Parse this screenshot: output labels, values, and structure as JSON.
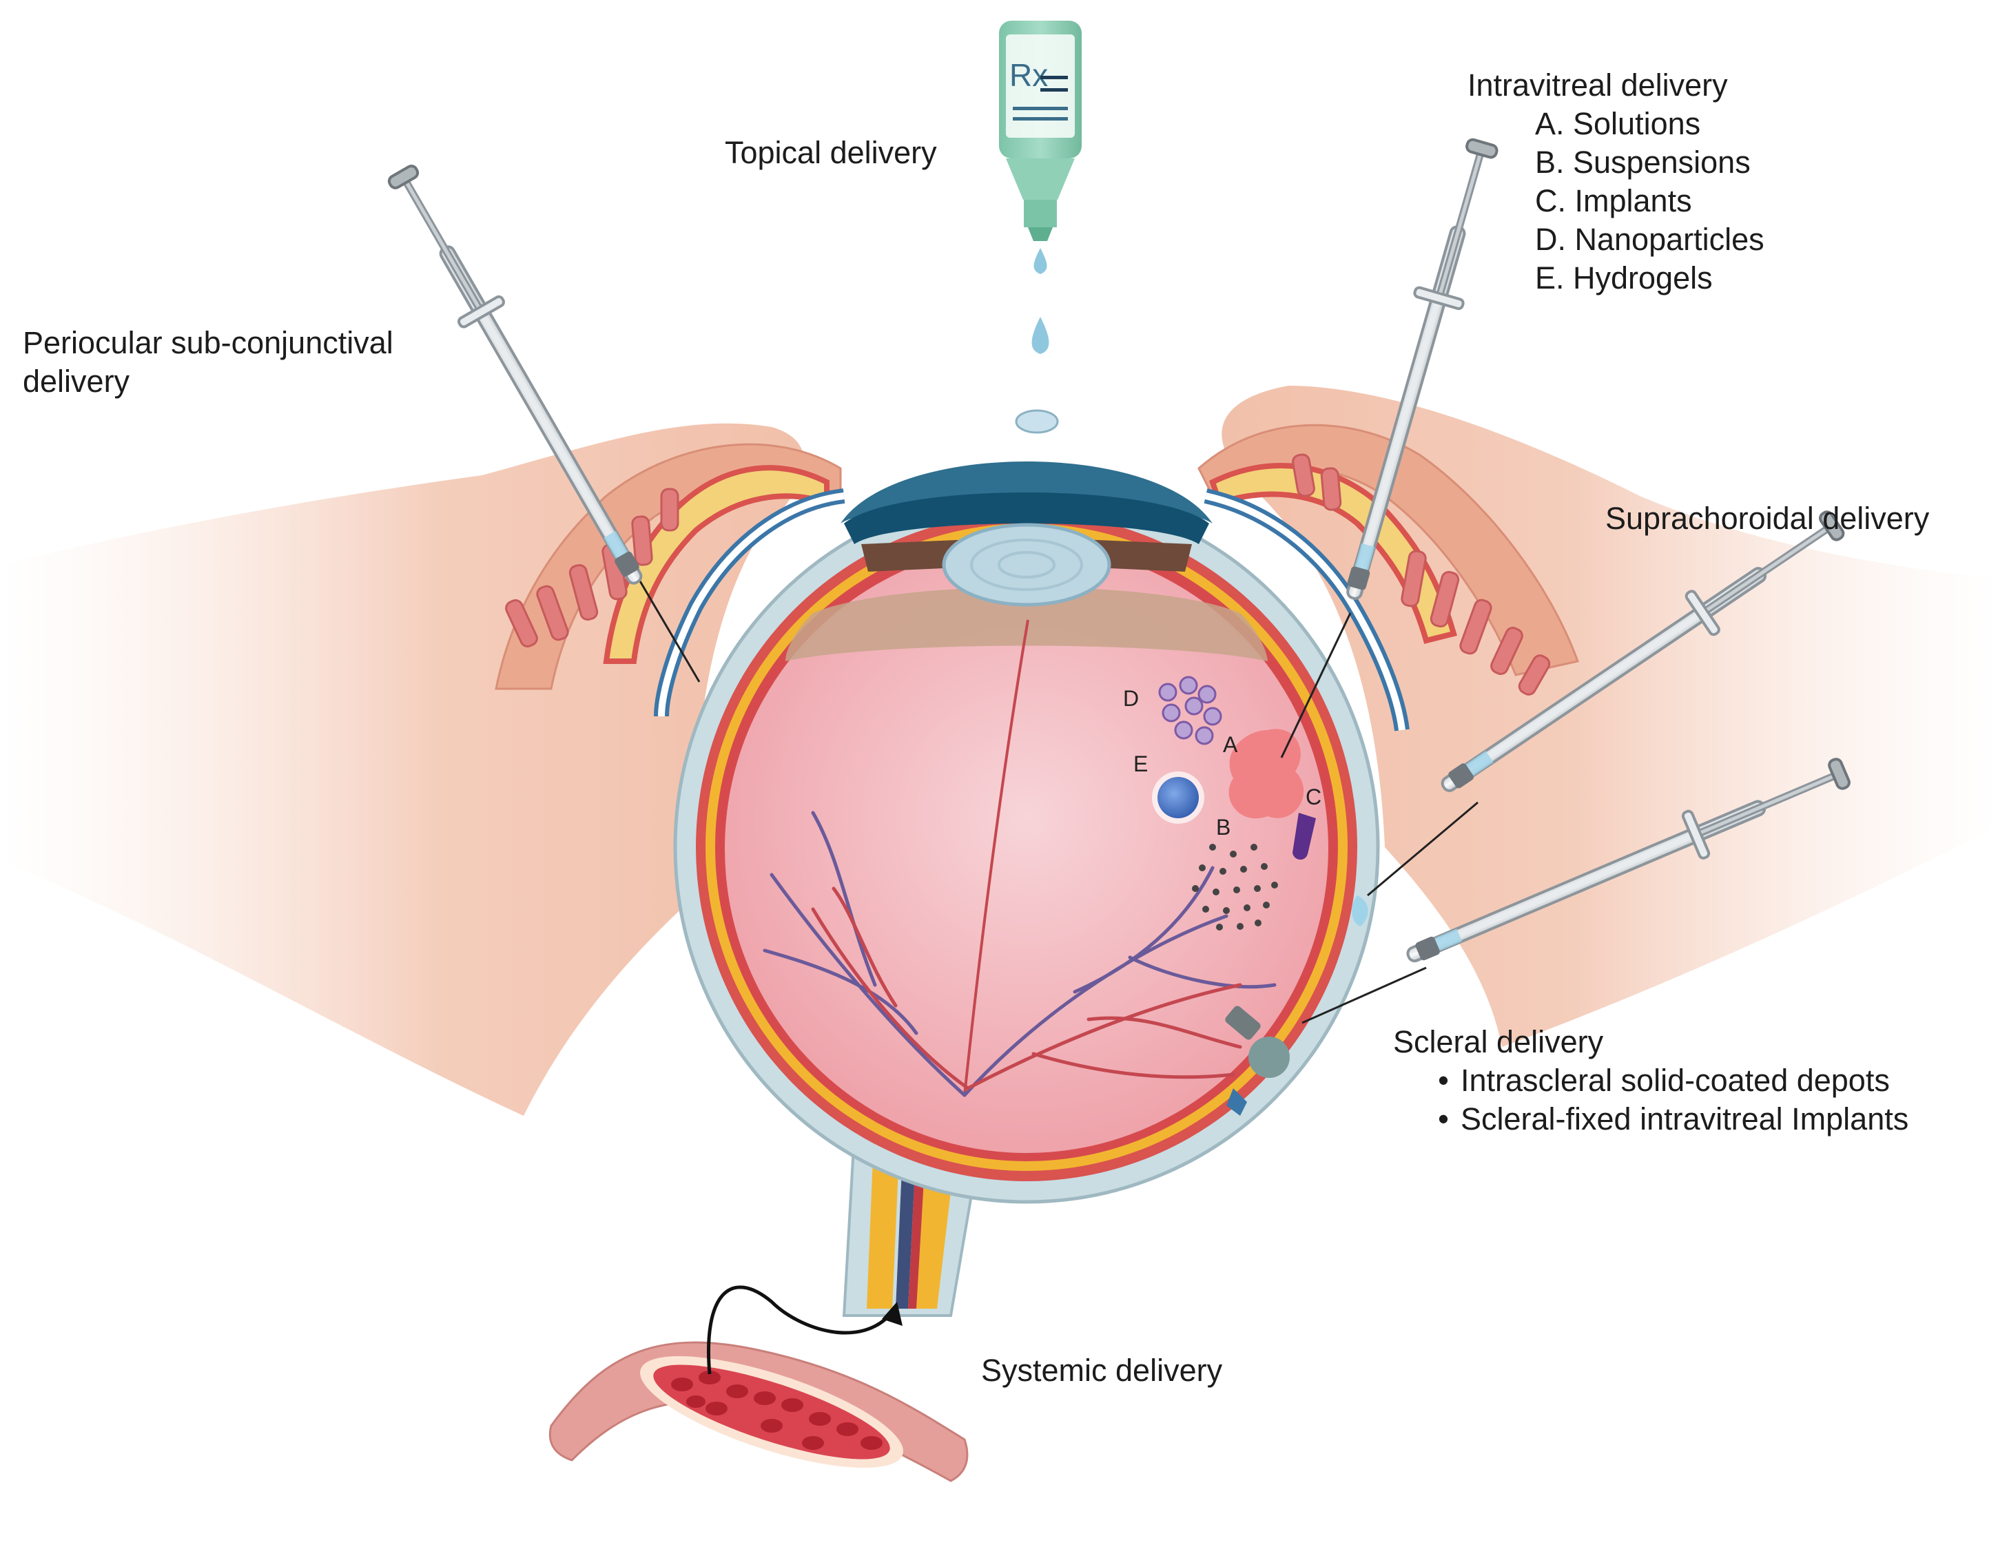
{
  "labels": {
    "topical": "Topical delivery",
    "periocular_line1": "Periocular sub-conjunctival",
    "periocular_line2": "delivery",
    "intravitreal_title": "Intravitreal delivery",
    "intravitreal_items": [
      "A. Solutions",
      "B. Suspensions",
      "C. Implants",
      "D. Nanoparticles",
      "E. Hydrogels"
    ],
    "suprachoroidal": "Suprachoroidal delivery",
    "scleral_title": "Scleral delivery",
    "scleral_items": [
      "Intrascleral solid-coated depots",
      "Scleral-fixed intravitreal Implants"
    ],
    "systemic": "Systemic delivery"
  },
  "markers": {
    "a": "A",
    "b": "B",
    "c": "C",
    "d": "D",
    "e": "E"
  },
  "bottle_label": "Rx",
  "colors": {
    "tissue": "#f3c5b1",
    "vitreous": "#f4b6bc",
    "sclera": "#c9dde3",
    "retina": "#d9534f",
    "choroid": "#f2b531",
    "cornea": "#3c7e9a",
    "vessel": "#d9434e",
    "bottle": "#8fd0b7",
    "drop": "#8fc7df"
  }
}
